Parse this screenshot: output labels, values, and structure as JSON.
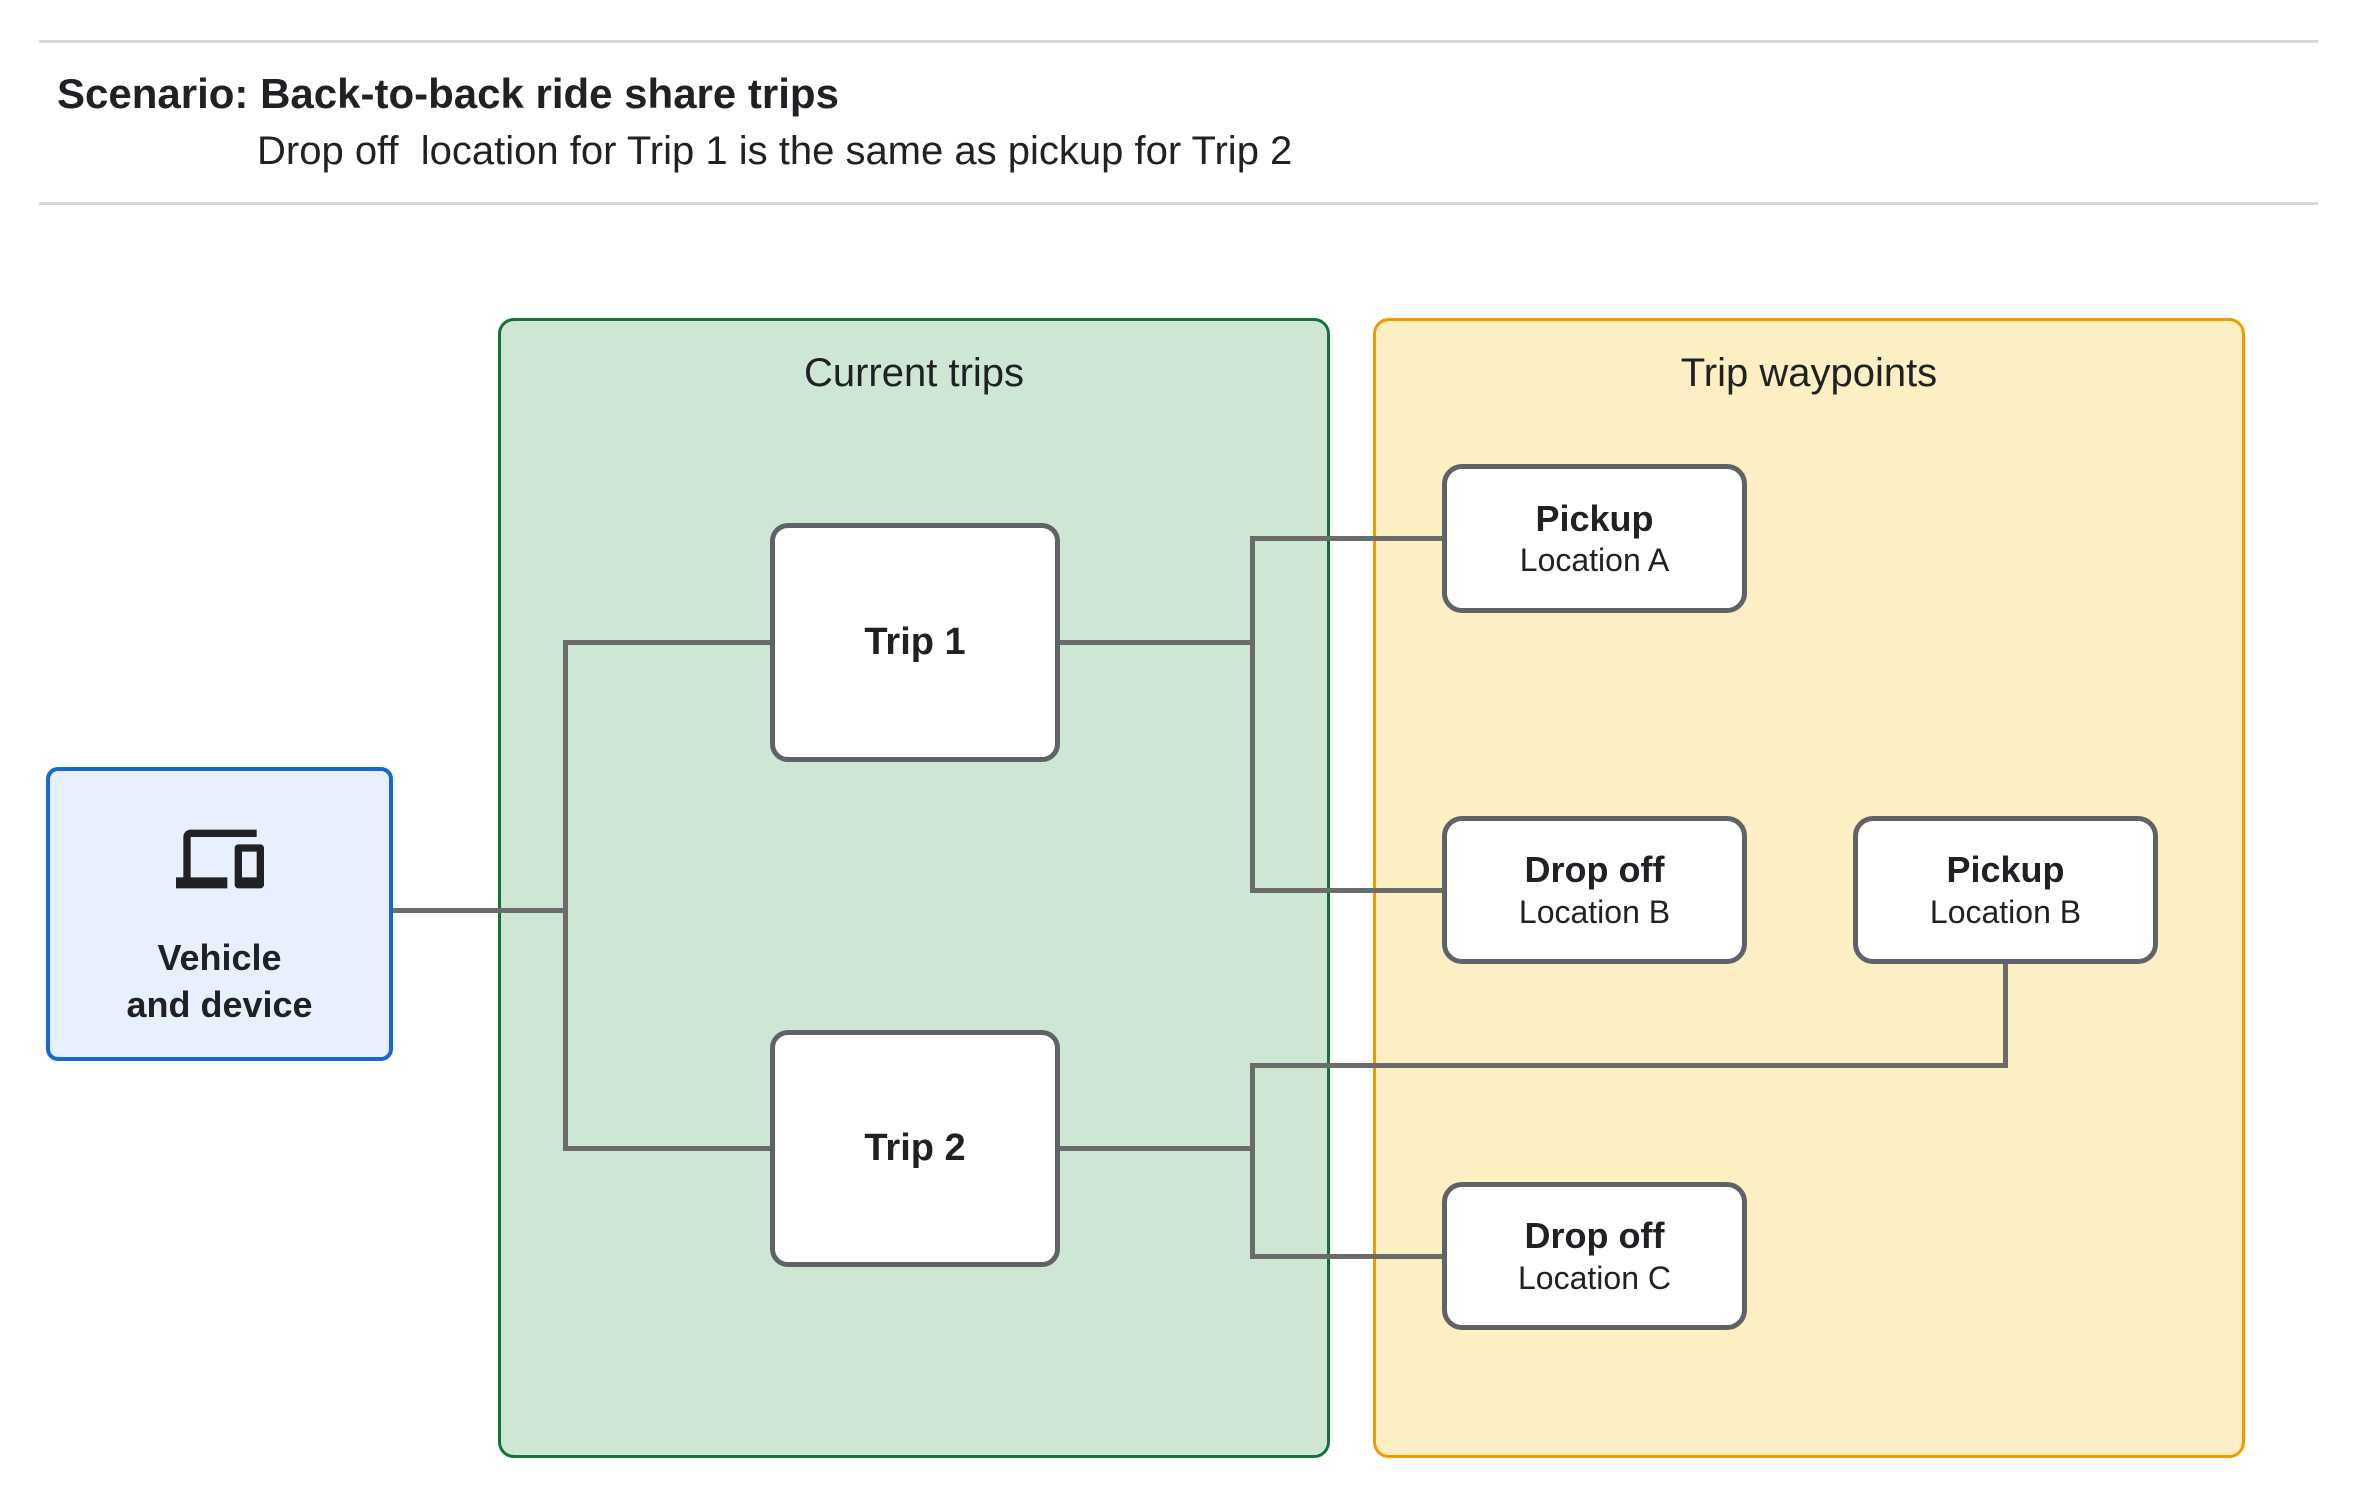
{
  "header": {
    "title": "Scenario: Back-to-back ride share trips",
    "subtitle": "Drop off  location for Trip 1 is the same as pickup for Trip 2"
  },
  "panels": {
    "current_trips": {
      "title": "Current trips"
    },
    "trip_waypoints": {
      "title": "Trip waypoints"
    }
  },
  "nodes": {
    "vehicle": {
      "label_line1": "Vehicle",
      "label_line2": "and device",
      "icon": "devices-icon"
    },
    "trip1": {
      "label": "Trip 1"
    },
    "trip2": {
      "label": "Trip 2"
    },
    "pickup_a": {
      "title": "Pickup",
      "subtitle": "Location A"
    },
    "dropoff_b": {
      "title": "Drop off",
      "subtitle": "Location B"
    },
    "pickup_b": {
      "title": "Pickup",
      "subtitle": "Location B"
    },
    "dropoff_c": {
      "title": "Drop off",
      "subtitle": "Location C"
    }
  },
  "colors": {
    "vehicle_fill": "#E8F0FE",
    "vehicle_border": "#1967D2",
    "trips_fill": "#CEE7D4",
    "trips_border": "#137333",
    "waypoints_fill": "#FCEFC3",
    "waypoints_border": "#F29900",
    "node_border": "#5F6368",
    "connector": "#6B6B6B",
    "text": "#202124",
    "divider": "#D9D9D9"
  }
}
